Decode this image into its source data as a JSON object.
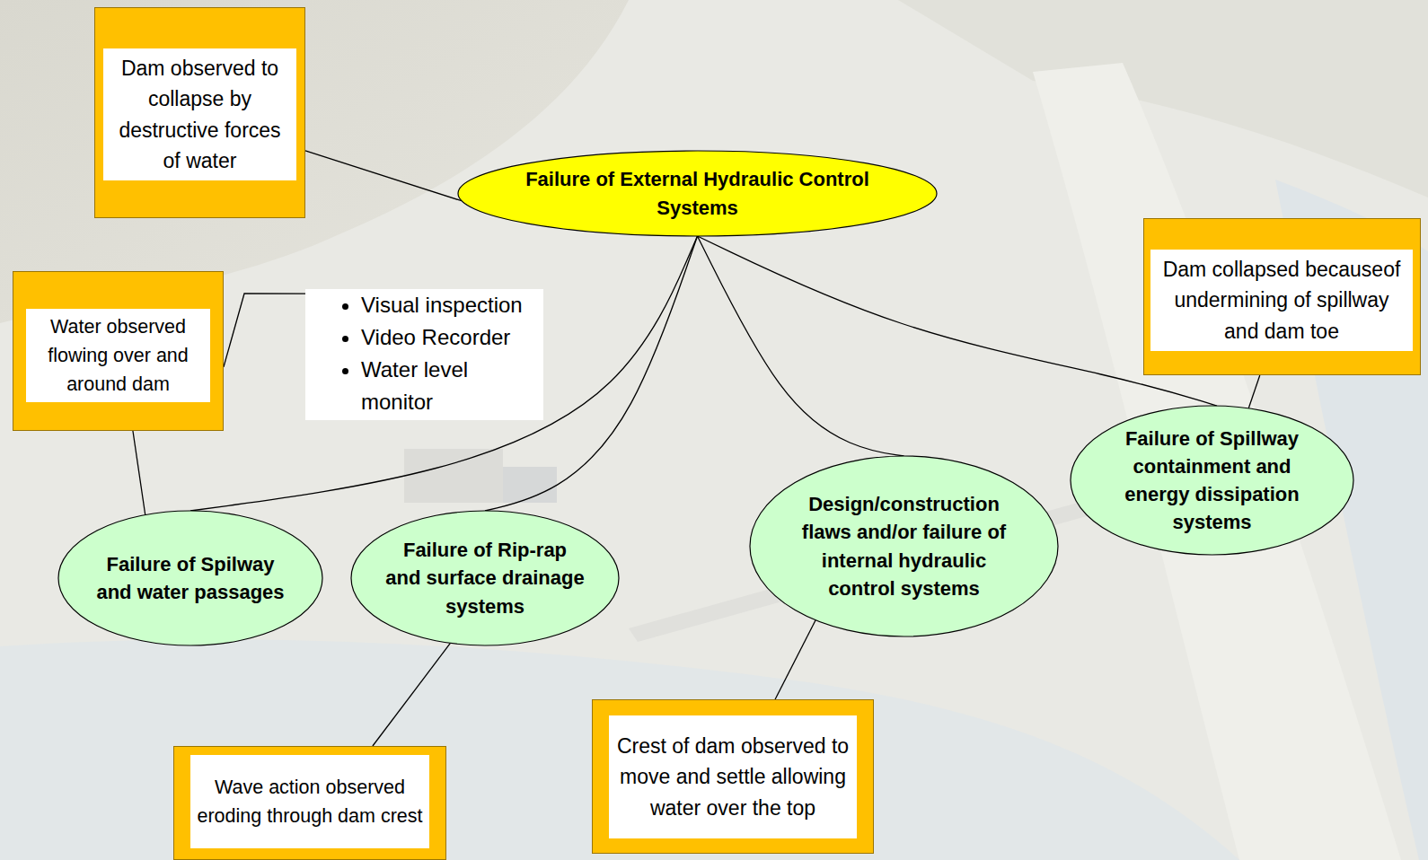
{
  "diagram": {
    "nodes": [
      {
        "text": [
          "Dam observed to collapse by destructive forces of water"
        ]
      },
      {
        "text": [
          "Failure of External Hydraulic Control Systems"
        ]
      },
      {
        "text": [
          "Dam collapsed becauseof undermining of spillway and dam toe"
        ]
      },
      {
        "text": [
          "Visual inspection",
          "Video Recorder",
          "Water level monitor"
        ]
      },
      {
        "text": [
          "Water observed flowing over and around dam"
        ]
      },
      {
        "text": [
          "Failure of Spillway containment and energy dissipation systems"
        ]
      },
      {
        "text": [
          "Design/construction flaws and/or failure of internal hydraulic control systems"
        ]
      },
      {
        "text": [
          "Failure of Spilway and water passages"
        ]
      },
      {
        "text": [
          "Failure of Rip-rap and surface drainage systems"
        ]
      },
      {
        "text": [
          "Crest of dam observed to move and settle allowing water over the top"
        ]
      },
      {
        "text": [
          "Wave action observed eroding through dam crest"
        ]
      }
    ],
    "edges": [
      {
        "from": 0,
        "to": 1,
        "arrow": "none"
      },
      {
        "from": 1,
        "to": 7,
        "arrow": "none"
      },
      {
        "from": 1,
        "to": 8,
        "arrow": "none"
      },
      {
        "from": 1,
        "to": 6,
        "arrow": "none"
      },
      {
        "from": 1,
        "to": 5,
        "arrow": "none"
      },
      {
        "from": 4,
        "to": 7,
        "arrow": "none"
      },
      {
        "from": 4,
        "to": 3,
        "arrow": "none"
      },
      {
        "from": 10,
        "to": 8,
        "arrow": "none"
      },
      {
        "from": 9,
        "to": 6,
        "arrow": "none"
      },
      {
        "from": 2,
        "to": 5,
        "arrow": "none"
      }
    ]
  }
}
